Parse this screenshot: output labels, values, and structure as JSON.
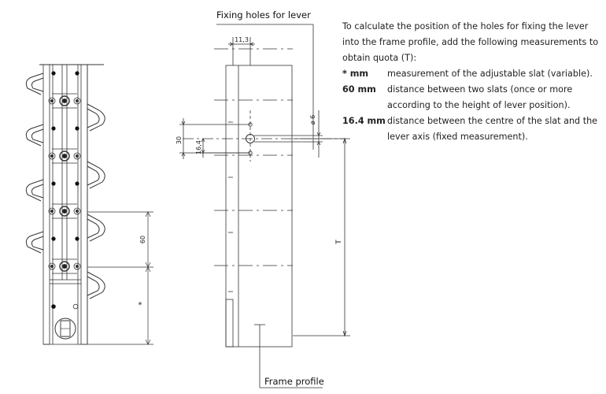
{
  "captions": {
    "fixing_holes": "Fixing holes for lever",
    "frame_profile": "Frame profile"
  },
  "dimensions": {
    "d_11_3": "11,3",
    "d_6": "ø 6",
    "d_30": "30",
    "d_16_4": "16,4",
    "d_T": "T",
    "d_60": "60",
    "d_star": "*"
  },
  "explanation": {
    "intro": "To calculate the position of the holes for fixing the lever into the frame profile, add the following measurements to obtain quota (T):",
    "items": [
      {
        "key": "*   mm",
        "desc": "measurement of the adjustable slat (variable)."
      },
      {
        "key": "60 mm",
        "desc": "distance between two slats (once or more according to the height of lever position)."
      },
      {
        "key": "16.4 mm",
        "desc": "distance between the centre of the slat and the lever axis (fixed measurement)."
      }
    ]
  }
}
